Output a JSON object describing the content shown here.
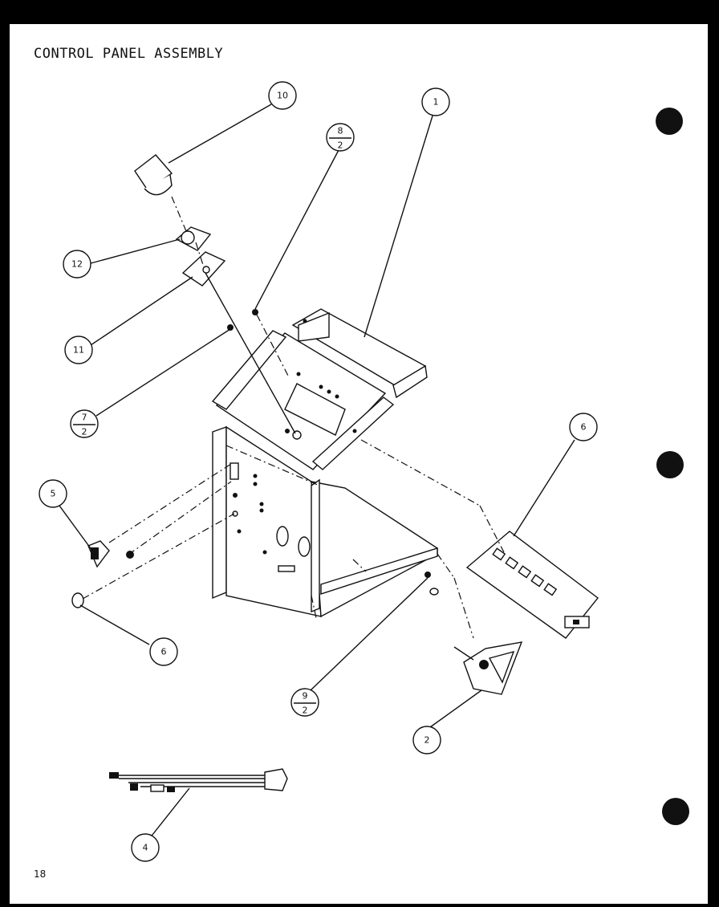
{
  "title": "CONTROL PANEL ASSEMBLY",
  "page_number": "18",
  "callouts": [
    {
      "id": "c10",
      "top": "10",
      "bottom": ""
    },
    {
      "id": "c1",
      "top": "1",
      "bottom": ""
    },
    {
      "id": "c8",
      "top": "8",
      "bottom": "2"
    },
    {
      "id": "c12",
      "top": "12",
      "bottom": ""
    },
    {
      "id": "c11",
      "top": "11",
      "bottom": ""
    },
    {
      "id": "c7",
      "top": "7",
      "bottom": "2"
    },
    {
      "id": "c6a",
      "top": "6",
      "bottom": ""
    },
    {
      "id": "c5",
      "top": "5",
      "bottom": ""
    },
    {
      "id": "c6b",
      "top": "6",
      "bottom": ""
    },
    {
      "id": "c9",
      "top": "9",
      "bottom": "2"
    },
    {
      "id": "c2",
      "top": "2",
      "bottom": ""
    },
    {
      "id": "c4",
      "top": "4",
      "bottom": ""
    }
  ]
}
